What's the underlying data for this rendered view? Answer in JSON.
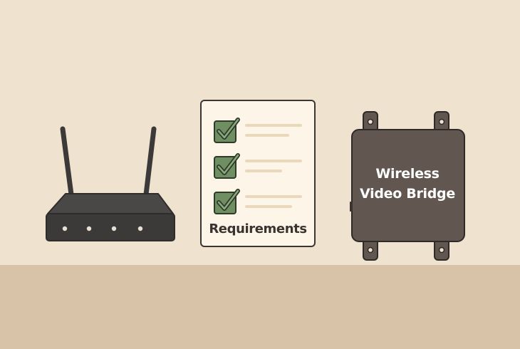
{
  "checklist": {
    "label": "Requirements",
    "items": [
      {
        "checked": true
      },
      {
        "checked": true
      },
      {
        "checked": true
      }
    ]
  },
  "bridge": {
    "label_line1": "Wireless",
    "label_line2": "Video Bridge"
  },
  "colors": {
    "background": "#efe3cf",
    "floor": "#d9c3a8",
    "device_dark": "#3b3a38",
    "bridge_body": "#625650",
    "check_green": "#6f8f63"
  }
}
